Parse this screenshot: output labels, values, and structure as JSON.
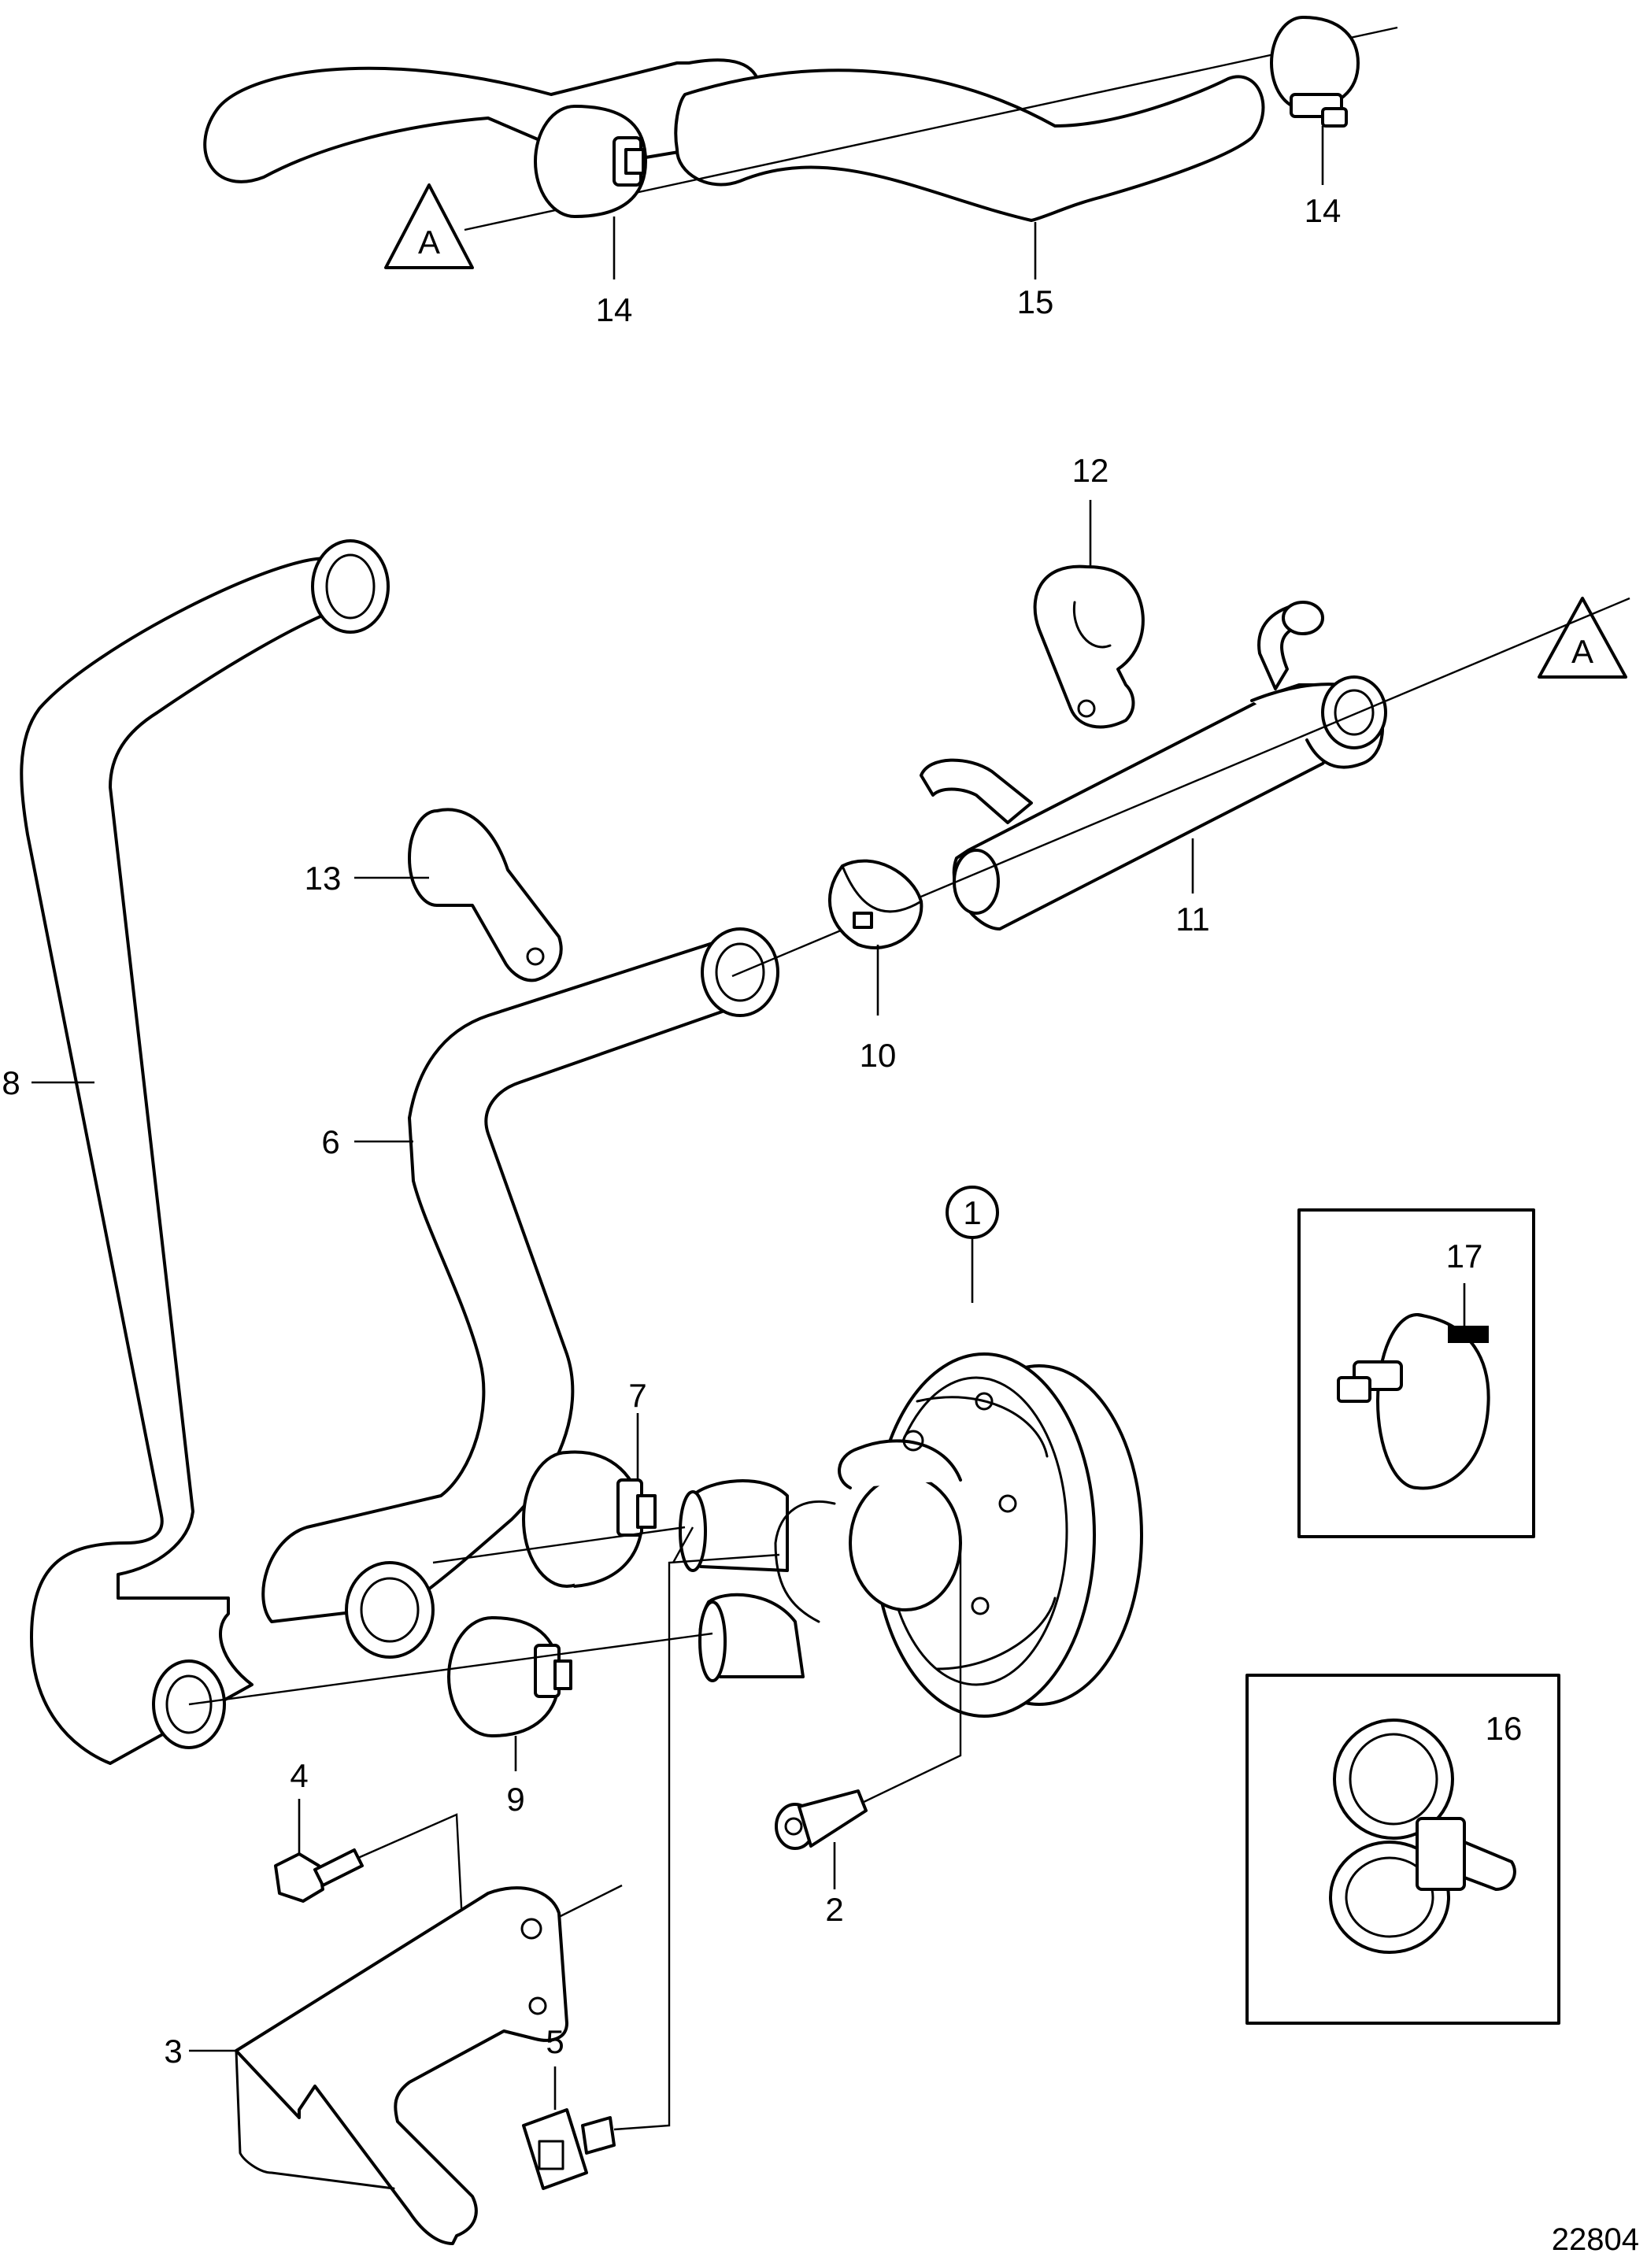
{
  "diagram": {
    "figure_number": "22804",
    "ref_marker": "A",
    "callouts": {
      "c1": "1",
      "c2": "2",
      "c3": "3",
      "c4": "4",
      "c5": "5",
      "c6": "6",
      "c7": "7",
      "c8": "8",
      "c9": "9",
      "c10": "10",
      "c11": "11",
      "c12": "12",
      "c13": "13",
      "c14a": "14",
      "c14b": "14",
      "c15": "15",
      "c16": "16",
      "c17": "17"
    }
  }
}
